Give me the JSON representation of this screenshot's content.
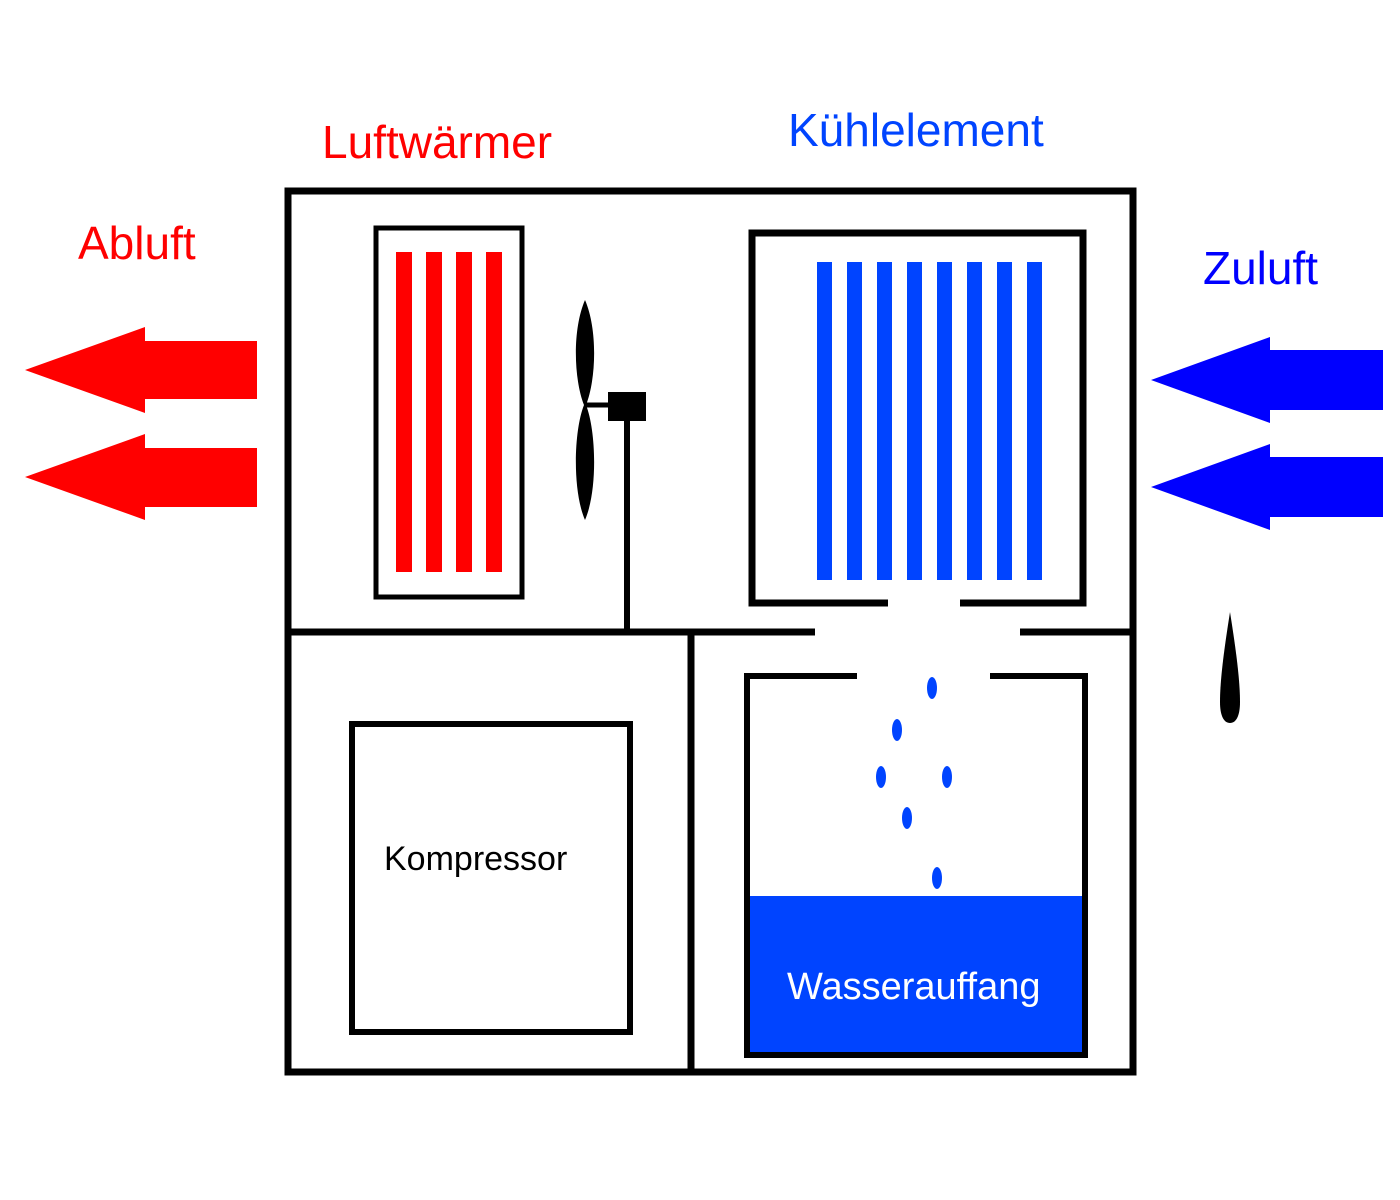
{
  "labels": {
    "heater": "Luftwärmer",
    "cooler": "Kühlelement",
    "exhaust": "Abluft",
    "intake": "Zuluft",
    "compressor": "Kompressor",
    "water_tank": "Wasserauffang"
  },
  "colors": {
    "hot": "#ff0000",
    "cooler_label": "#0044ff",
    "cooler_fins": "#0044ff",
    "intake": "#0000ff",
    "water": "#0044ff",
    "outline": "#000000",
    "water_text": "#ffffff"
  },
  "icons": {
    "fan": "fan-icon",
    "drop": "water-drop-icon",
    "arrow_out": "arrow-left-icon",
    "arrow_in": "arrow-left-icon"
  }
}
